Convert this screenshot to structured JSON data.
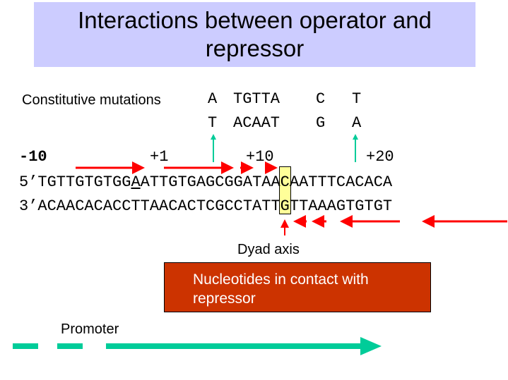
{
  "title": "Interactions between operator and repressor",
  "mutations": {
    "label": "Constitutive mutations",
    "top_row": [
      "A",
      "TGTTA",
      "C",
      "T"
    ],
    "bottom_row": [
      "T",
      "ACAAT",
      "G",
      "A"
    ]
  },
  "positions": [
    "-10",
    "+1",
    "+10",
    "+20"
  ],
  "strands": {
    "top": "5’TGTTGTGTGG",
    "top_start": "A",
    "top_rest": "ATTGTGAGCG",
    "top_axis": "G",
    "top_tail": "ATAACAATTTCACACA",
    "bottom_head": "3’ACAACACACCTTAACACTCG",
    "bottom_axis": "C",
    "bottom_tail": "CTATTGTTAAAGTGTGT"
  },
  "dyad_label": "Dyad axis",
  "contact_box_text": "Nucleotides in contact with repressor",
  "promoter_label": "Promoter",
  "colors": {
    "title_bg": "#ccccff",
    "arrow_red": "#ff0000",
    "arrow_teal": "#00cc99",
    "contact_box_bg": "#cc3300",
    "axis_highlight": "#ffff99"
  }
}
